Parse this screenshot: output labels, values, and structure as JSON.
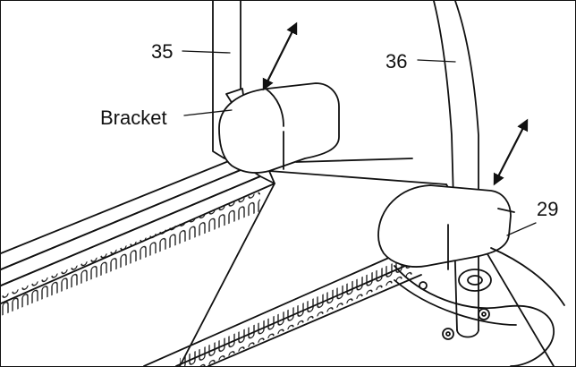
{
  "labels": {
    "part_35": "35",
    "part_36": "36",
    "bracket": "Bracket",
    "part_29": "29"
  }
}
